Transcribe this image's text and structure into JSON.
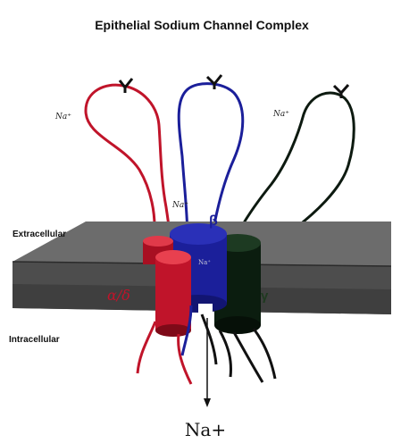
{
  "title": "Epithelial Sodium Channel Complex",
  "labels": {
    "extracellular": "Extracellular",
    "intracellular": "Intracellular",
    "na_left": "Na⁺",
    "na_right": "Na⁺",
    "na_center": "Na⁺",
    "na_pore": "Na⁺",
    "na_bottom": "Na+",
    "alpha_delta": "α/δ",
    "beta": "β",
    "gamma": "γ"
  },
  "colors": {
    "alpha_delta": "#c0142a",
    "beta": "#1b1f9a",
    "gamma": "#0d2a12",
    "membrane_top": "#6c6c6c",
    "membrane_front": "#4a4a4a",
    "membrane_side": "#3a3a3a"
  }
}
